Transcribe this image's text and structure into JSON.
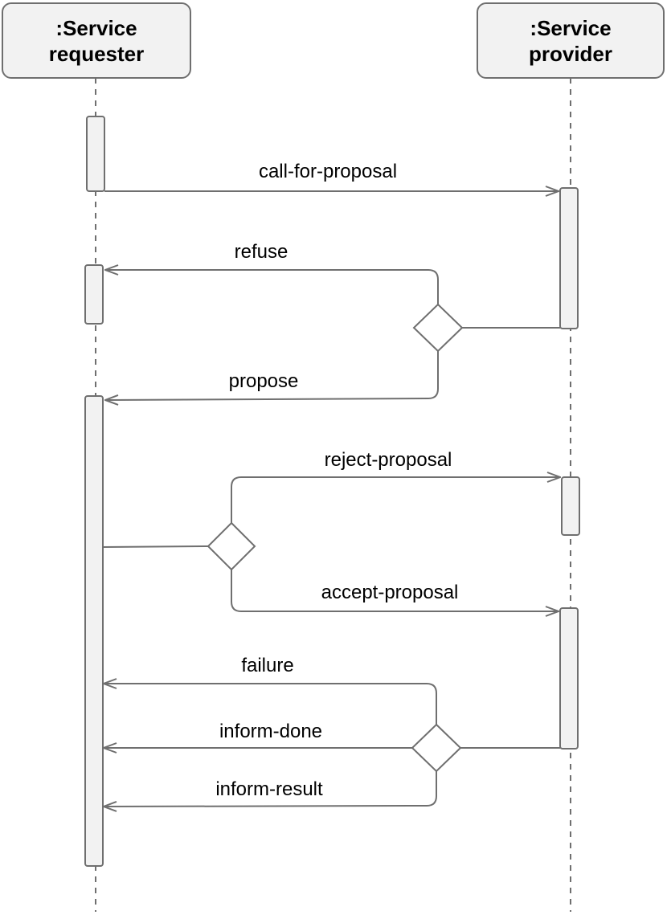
{
  "participants": {
    "requester": {
      "line1": ":Service",
      "line2": "requester"
    },
    "provider": {
      "line1": ":Service",
      "line2": "provider"
    }
  },
  "messages": {
    "call_for_proposal": "call-for-proposal",
    "refuse": "refuse",
    "propose": "propose",
    "reject_proposal": "reject-proposal",
    "accept_proposal": "accept-proposal",
    "failure": "failure",
    "inform_done": "inform-done",
    "inform_result": "inform-result"
  },
  "colors": {
    "stroke": "#6f6f6f",
    "box_fill": "#f2f2f2",
    "text": "#000000"
  }
}
